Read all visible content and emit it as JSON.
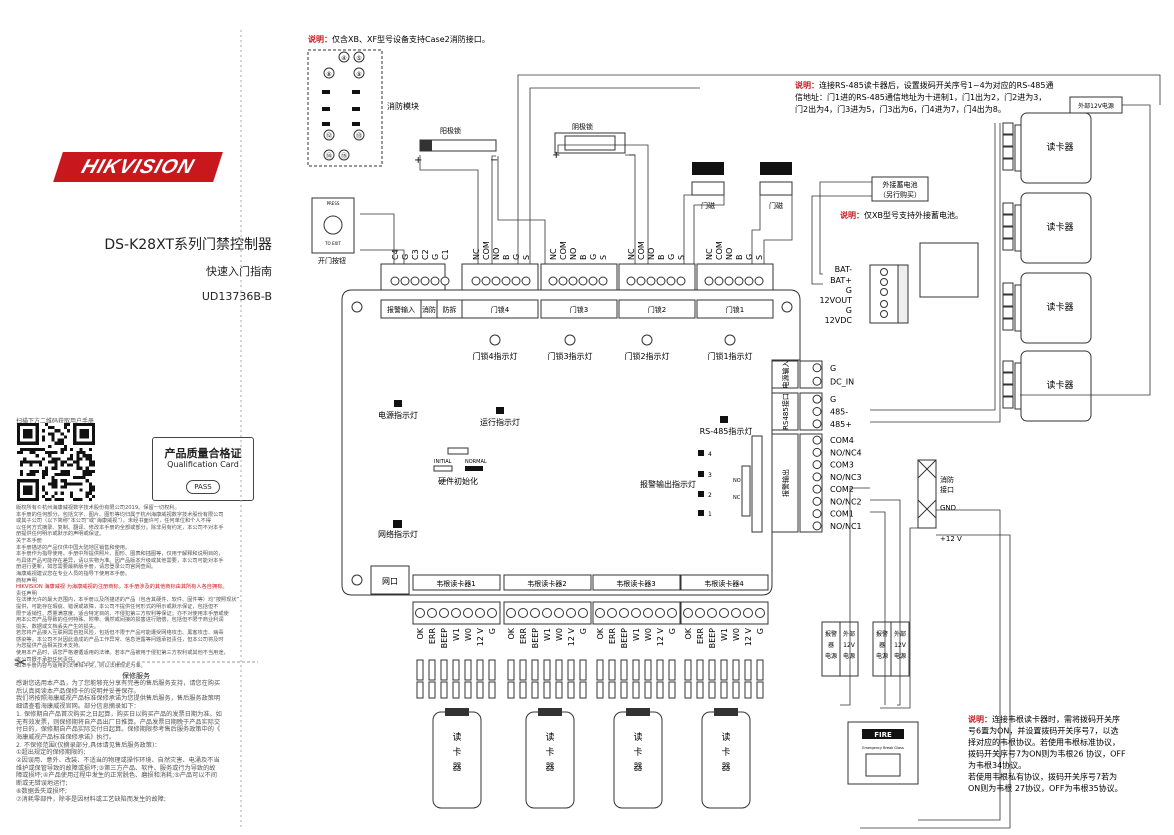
{
  "brand": {
    "logo": "HIKVISION"
  },
  "doc": {
    "title": "DS-K28XT系列门禁控制器",
    "subtitle": "快速入门指南",
    "code": "UD13736B-B"
  },
  "qr": {
    "caption": "扫描下方二维码获取用户手册"
  },
  "quality_card": {
    "title": "产品质量合格证",
    "subtitle": "Qualification Card",
    "stamp": "PASS"
  },
  "fine_print": [
    "版权所有©杭州海康威视数字技术股份有限公司2019。保留一切权利。",
    "本手册的任何部分，包括文字、图片、图形等均归属于杭州海康威视数字技术股份有限公司",
    "或其子公司（以下简称“本公司”或“海康威视”）。未经书面许可，任何单位和个人不得",
    "以任何方式摘录、复制、翻译、修改本手册的全部或部分。除非另有约定，本公司不对本手",
    "册提供任何明示或默示的声明或保证。",
    "关于本手册",
    "本手册描述的产品仅供中国大陆地区销售和使用。",
    "本手册作为指导使用。手册中所提供照片、图形、图表和插图等，仅用于解释和说明目的，",
    "与具体产品可能存在差异，请以实物为准。因产品版本升级或其他需要，本公司可能对本手",
    "册进行更新，如您需要最新版手册，请您登录公司官网查阅。",
    "海康威视建议您在专业人员的指导下使用本手册。",
    "商标声明",
    "HIKVISION 海康威视 为海康威视的注册商标。本手册涉及的其他商标由其所有人各自拥有。",
    "责任声明",
    "在法律允许的最大范围内，本手册以及所描述的产品（包含其硬件、软件、固件等）均“按照现状”",
    "提供，可能存在瑕疵、错误或故障，本公司不提供任何形式的明示或默示保证，包括但不",
    "限于适销性、质量满意度、适合特定目的、不侵犯第三方权利等保证；亦不对使用本手册或使",
    "用本公司产品导致的任何特殊、附带、偶然或间接的损害进行赔偿，包括但不限于商业利润",
    "损失、数据或文档丢失产生的损失。",
    "若您将产品接入互联网需自担风险，包括但不限于产品可能遭受网络攻击、黑客攻击、病毒",
    "感染等，本公司不对因此造成的产品工作异常、信息泄露等问题承担责任，但本公司将及时",
    "为您提供产品相关技术支持。",
    "使用本产品时，请您严格遵循适用的法律。若本产品被用于侵犯第三方权利或其他不当用途，",
    "本公司概不承担任何责任。",
    "如本手册内容与适用的法律相冲突，则以法律规定为准。"
  ],
  "service": {
    "title": "保修服务",
    "lines": [
      "感谢您选用本产品，为了您能够充分享有完善的售后服务支持，请您在购买",
      "后认真阅读本产品保修卡的说明并妥善保存。",
      "我们将按照海康威视产品标准保修承诺为您提供售后服务，售后服务政策明",
      "细请查看海康威视官网。部分信息摘录如下：",
      "1. 保修期自产品首次购买之日起算，购买日以购买产品的发票日期为准。如",
      "无有效发票，则保修期将自产品出厂日推算。产品发票日期晚于产品实际交",
      "付日的，保修期自产品实际交付日起算。保修期限参考售后服务政策中的《",
      "海康威视产品标准保修承诺》执行。",
      "2. 不保修范围(仅摘录部分,具体请见售后服务政策)：",
      "①超出规定的保修期限的;",
      "②因误用、意外、改装、不适当的物理或操作环境、自然灾害、电涌及不当",
      "维护或保管导致的故障或损坏;③第三方产品、软件、服务或行为导致的故",
      "障或损坏;④产品使用过程中发生的正常脱色、磨损和消耗;⑤产品可以不间",
      "断或无错误地运行;",
      "⑥数据丢失或损坏;",
      "⑦消耗零部件，除非是因材料或工艺缺陷而发生的故障;"
    ]
  },
  "notes": {
    "case2": "说明：仅含XB、XF型号设备支持Case2消防接口。",
    "rs485": [
      "说明：连接RS-485读卡器后，设置拨码开关序号1~4为对应的RS-485通",
      "信地址：门1进的RS-485通信地址为十进制1，门1出为2，门2进为3，",
      "门2出为4，门3进为5，门3出为6，门4进为7，门4出为8。"
    ],
    "battery": "说明：仅XB型号支持外接蓄电池。",
    "wiegand": [
      "说明：连接韦根读卡器时，需将拨码开关序",
      "号6置为ON，并设置拨码开关序号7，以选",
      "择对应的韦根协议。若使用韦根标准协议，",
      "拨码开关序号7为ON则为韦根26 协议，OFF",
      "为韦根34协议。",
      "若使用韦根私有协议，拨码开关序号7若为",
      "ON则为韦根 27协议，OFF为韦根35协议。"
    ]
  },
  "fire_module": {
    "label": "消防模块",
    "pins": [
      "④",
      "⑤",
      "⑧",
      "⑨",
      "⑫",
      "⑬",
      "⑭",
      "⑮"
    ]
  },
  "devices": {
    "anode_lock": "阳极锁",
    "cathode_lock": "阴极锁",
    "door_contact": "门磁",
    "exit_button": "开门按钮",
    "exit_press": "PRESS",
    "exit_to": "TO EXIT",
    "ext_battery": [
      "外接蓄电池",
      "（另行购买）"
    ],
    "ext_12v": "外部12V电源",
    "card_reader": "读卡器",
    "alarm_power": [
      "报警",
      "器",
      "电源"
    ],
    "ext_power": [
      "外部",
      "12V",
      "电源"
    ],
    "fire": "FIRE",
    "fire_sub": "Emergency Break Glass",
    "fire_iface": [
      "消防",
      "接口"
    ]
  },
  "board": {
    "top_pins": [
      "C4",
      "G",
      "C3",
      "C2",
      "G",
      "C1",
      "NC",
      "COM",
      "NO",
      "B",
      "G",
      "S",
      "NC",
      "COM",
      "NO",
      "B",
      "G",
      "S",
      "NC",
      "COM",
      "NO",
      "B",
      "G",
      "S",
      "NC",
      "COM",
      "NO",
      "B",
      "G",
      "S"
    ],
    "top_groups": [
      "报警输入",
      "消防",
      "防拆",
      "门锁4",
      "门锁3",
      "门锁2",
      "门锁1"
    ],
    "battery_pins": [
      "BAT-",
      "BAT+",
      "G",
      "12VOUT",
      "G",
      "12VDC"
    ],
    "door_leds": [
      "门锁4指示灯",
      "门锁3指示灯",
      "门锁2指示灯",
      "门锁1指示灯"
    ],
    "power_led": "电源指示灯",
    "run_led": "运行指示灯",
    "rs485_led": "RS-485指示灯",
    "init": {
      "label": "硬件初始化",
      "initial": "INITIAL",
      "normal": "NORMAL"
    },
    "alarm_out_led": "报警输出指示灯",
    "net_led": "网络指示灯",
    "net_port": "网口",
    "dc_in_group": "电源输入",
    "dc_in_pins": [
      "G",
      "DC_IN"
    ],
    "rs485_group": "RS485接口",
    "rs485_pins": [
      "G",
      "485-",
      "485+"
    ],
    "alarm_out_group": "报警输出",
    "alarm_out_pins": [
      "COM4",
      "NO/NC4",
      "COM3",
      "NO/NC3",
      "COM2",
      "NO/NC2",
      "COM1",
      "NO/NC1"
    ],
    "led_nums": [
      "4",
      "3",
      "2",
      "1"
    ],
    "nc": "NC",
    "no": "NO",
    "wiegand_groups": [
      "韦根读卡器1",
      "韦根读卡器2",
      "韦根读卡器3",
      "韦根读卡器4"
    ],
    "wiegand_pins": [
      "OK",
      "ERR",
      "BEEP",
      "W1",
      "W0",
      "12 V",
      "G"
    ],
    "gnd": "GND",
    "v12": "+12 V"
  },
  "reader_cn": [
    "读",
    "卡",
    "器"
  ]
}
